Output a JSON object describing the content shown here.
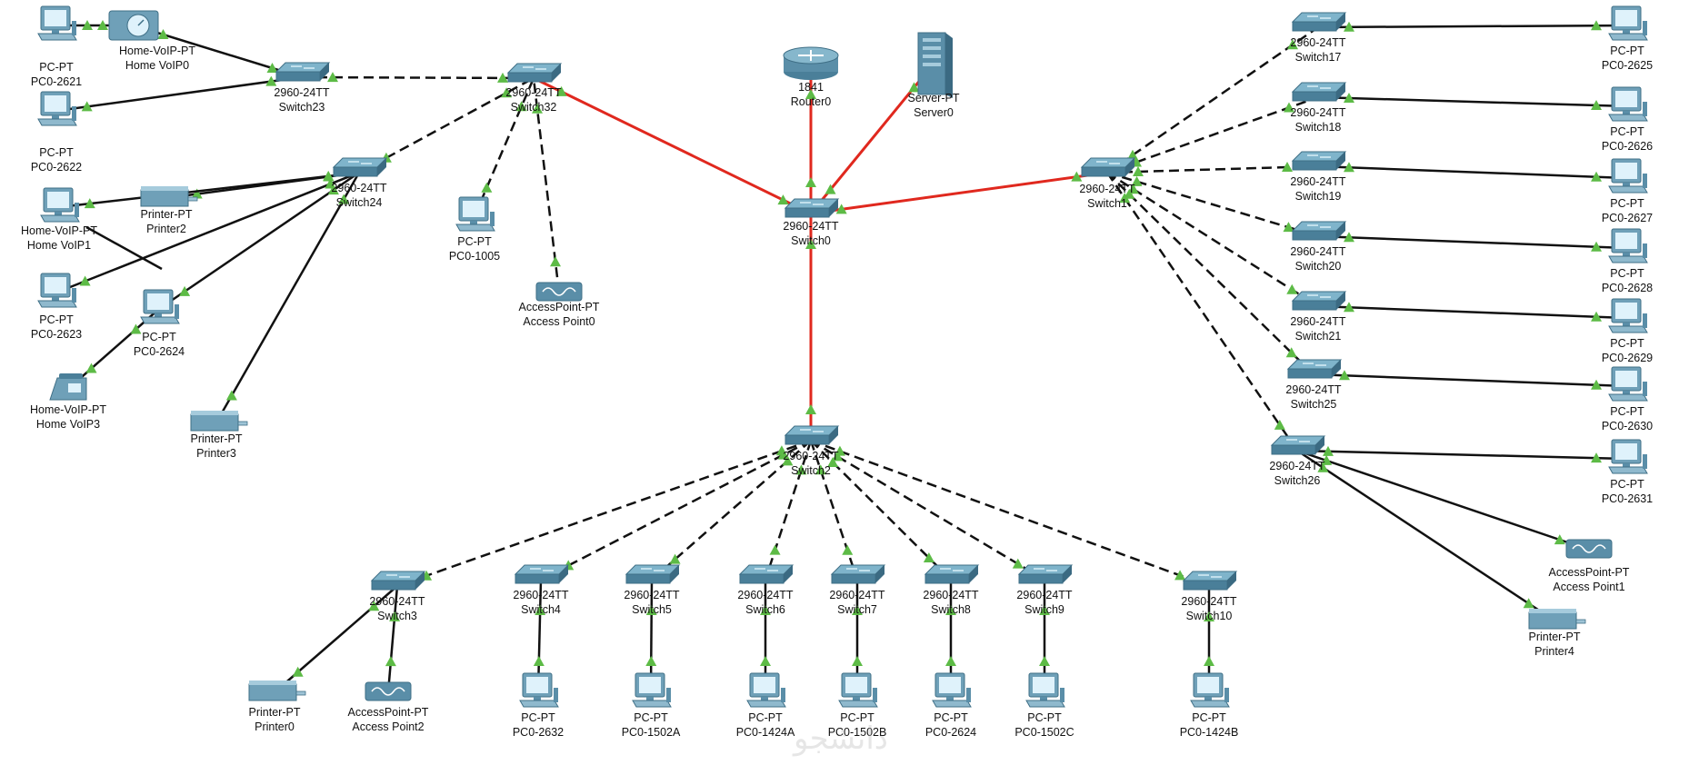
{
  "colors": {
    "background": "#ffffff",
    "link_trunk": "#e0281e",
    "link_straight": "#111111",
    "link_cross": "#111111",
    "port_up": "#5dbb46",
    "device_body": "#5a8ea8"
  },
  "watermark": {
    "text": "دانشجو",
    "icon": "watermark-logo"
  },
  "devices": [
    {
      "id": "pc2621",
      "kind": "pc",
      "model": "PC-PT",
      "name": "PC0-2621"
    },
    {
      "id": "voip0",
      "kind": "voip",
      "model": "Home-VoIP-PT",
      "name": "Home VoIP0"
    },
    {
      "id": "pc2622",
      "kind": "pc",
      "model": "PC-PT",
      "name": "PC0-2622"
    },
    {
      "id": "sw23",
      "kind": "switch",
      "model": "2960-24TT",
      "name": "Switch23"
    },
    {
      "id": "sw32",
      "kind": "switch",
      "model": "2960-24TT",
      "name": "Switch32"
    },
    {
      "id": "sw24",
      "kind": "switch",
      "model": "2960-24TT",
      "name": "Switch24"
    },
    {
      "id": "printer2",
      "kind": "printer",
      "model": "Printer-PT",
      "name": "Printer2"
    },
    {
      "id": "voip1",
      "kind": "pc",
      "model": "Home-VoIP-PT",
      "name": "Home VoIP1"
    },
    {
      "id": "pc2623",
      "kind": "pc",
      "model": "PC-PT",
      "name": "PC0-2623"
    },
    {
      "id": "pc2624a",
      "kind": "pc",
      "model": "PC-PT",
      "name": "PC0-2624"
    },
    {
      "id": "voip3",
      "kind": "phone",
      "model": "Home-VoIP-PT",
      "name": "Home VoIP3"
    },
    {
      "id": "printer3",
      "kind": "printer",
      "model": "Printer-PT",
      "name": "Printer3"
    },
    {
      "id": "pc1005",
      "kind": "pc",
      "model": "PC-PT",
      "name": "PC0-1005"
    },
    {
      "id": "ap0",
      "kind": "ap",
      "model": "AccessPoint-PT",
      "name": "Access Point0"
    },
    {
      "id": "router0",
      "kind": "router",
      "model": "1841",
      "name": "Router0"
    },
    {
      "id": "server0",
      "kind": "server",
      "model": "Server-PT",
      "name": "Server0"
    },
    {
      "id": "sw0",
      "kind": "switch",
      "model": "2960-24TT",
      "name": "Switch0"
    },
    {
      "id": "sw1",
      "kind": "switch",
      "model": "2960-24TT",
      "name": "Switch1"
    },
    {
      "id": "sw17",
      "kind": "switch",
      "model": "2960-24TT",
      "name": "Switch17"
    },
    {
      "id": "sw18",
      "kind": "switch",
      "model": "2960-24TT",
      "name": "Switch18"
    },
    {
      "id": "sw19",
      "kind": "switch",
      "model": "2960-24TT",
      "name": "Switch19"
    },
    {
      "id": "sw20",
      "kind": "switch",
      "model": "2960-24TT",
      "name": "Switch20"
    },
    {
      "id": "sw21",
      "kind": "switch",
      "model": "2960-24TT",
      "name": "Switch21"
    },
    {
      "id": "sw25",
      "kind": "switch",
      "model": "2960-24TT",
      "name": "Switch25"
    },
    {
      "id": "sw26",
      "kind": "switch",
      "model": "2960-24TT",
      "name": "Switch26"
    },
    {
      "id": "pc2625",
      "kind": "pc",
      "model": "PC-PT",
      "name": "PC0-2625"
    },
    {
      "id": "pc2626",
      "kind": "pc",
      "model": "PC-PT",
      "name": "PC0-2626"
    },
    {
      "id": "pc2627",
      "kind": "pc",
      "model": "PC-PT",
      "name": "PC0-2627"
    },
    {
      "id": "pc2628",
      "kind": "pc",
      "model": "PC-PT",
      "name": "PC0-2628"
    },
    {
      "id": "pc2629",
      "kind": "pc",
      "model": "PC-PT",
      "name": "PC0-2629"
    },
    {
      "id": "pc2630",
      "kind": "pc",
      "model": "PC-PT",
      "name": "PC0-2630"
    },
    {
      "id": "pc2631",
      "kind": "pc",
      "model": "PC-PT",
      "name": "PC0-2631"
    },
    {
      "id": "ap1",
      "kind": "ap",
      "model": "AccessPoint-PT",
      "name": "Access Point1"
    },
    {
      "id": "printer4",
      "kind": "printer",
      "model": "Printer-PT",
      "name": "Printer4"
    },
    {
      "id": "sw2",
      "kind": "switch",
      "model": "2960-24TT",
      "name": "Switch2"
    },
    {
      "id": "sw3",
      "kind": "switch",
      "model": "2960-24TT",
      "name": "Switch3"
    },
    {
      "id": "sw4",
      "kind": "switch",
      "model": "2960-24TT",
      "name": "Switch4"
    },
    {
      "id": "sw5",
      "kind": "switch",
      "model": "2960-24TT",
      "name": "Switch5"
    },
    {
      "id": "sw6",
      "kind": "switch",
      "model": "2960-24TT",
      "name": "Switch6"
    },
    {
      "id": "sw7",
      "kind": "switch",
      "model": "2960-24TT",
      "name": "Switch7"
    },
    {
      "id": "sw8",
      "kind": "switch",
      "model": "2960-24TT",
      "name": "Switch8"
    },
    {
      "id": "sw9",
      "kind": "switch",
      "model": "2960-24TT",
      "name": "Switch9"
    },
    {
      "id": "sw10",
      "kind": "switch",
      "model": "2960-24TT",
      "name": "Switch10"
    },
    {
      "id": "printer0",
      "kind": "printer",
      "model": "Printer-PT",
      "name": "Printer0"
    },
    {
      "id": "ap2",
      "kind": "ap",
      "model": "AccessPoint-PT",
      "name": "Access Point2"
    },
    {
      "id": "pc2632",
      "kind": "pc",
      "model": "PC-PT",
      "name": "PC0-2632"
    },
    {
      "id": "pc1502a",
      "kind": "pc",
      "model": "PC-PT",
      "name": "PC0-1502A"
    },
    {
      "id": "pc1424a",
      "kind": "pc",
      "model": "PC-PT",
      "name": "PC0-1424A"
    },
    {
      "id": "pc1502b",
      "kind": "pc",
      "model": "PC-PT",
      "name": "PC0-1502B"
    },
    {
      "id": "pc2624b",
      "kind": "pc",
      "model": "PC-PT",
      "name": "PC0-2624"
    },
    {
      "id": "pc1502c",
      "kind": "pc",
      "model": "PC-PT",
      "name": "PC0-1502C"
    },
    {
      "id": "pc1424b",
      "kind": "pc",
      "model": "PC-PT",
      "name": "PC0-1424B"
    }
  ],
  "links": [
    {
      "from": "pc2621",
      "to": "voip0",
      "style": "straight"
    },
    {
      "from": "voip0",
      "to": "sw23",
      "style": "straight"
    },
    {
      "from": "pc2622",
      "to": "sw23",
      "style": "straight"
    },
    {
      "from": "sw23",
      "to": "sw32",
      "style": "cross"
    },
    {
      "from": "sw24",
      "to": "sw32",
      "style": "cross"
    },
    {
      "from": "pc1005",
      "to": "sw32",
      "style": "cross"
    },
    {
      "from": "ap0",
      "to": "sw32",
      "style": "cross"
    },
    {
      "from": "sw32",
      "to": "sw0",
      "style": "trunk"
    },
    {
      "from": "printer2",
      "to": "sw24",
      "style": "straight"
    },
    {
      "from": "voip1",
      "to": "sw24",
      "style": "straight"
    },
    {
      "from": "pc2623",
      "to": "sw24",
      "style": "straight"
    },
    {
      "from": "pc2624a",
      "to": "sw24",
      "style": "straight"
    },
    {
      "from": "printer3",
      "to": "sw24",
      "style": "straight"
    },
    {
      "from": "voip3",
      "to": "pc2624a",
      "style": "straight"
    },
    {
      "from": "router0",
      "to": "sw0",
      "style": "trunk"
    },
    {
      "from": "server0",
      "to": "sw0",
      "style": "trunk"
    },
    {
      "from": "sw0",
      "to": "sw1",
      "style": "trunk"
    },
    {
      "from": "sw0",
      "to": "sw2",
      "style": "trunk"
    },
    {
      "from": "sw1",
      "to": "sw17",
      "style": "cross"
    },
    {
      "from": "sw1",
      "to": "sw18",
      "style": "cross"
    },
    {
      "from": "sw1",
      "to": "sw19",
      "style": "cross"
    },
    {
      "from": "sw1",
      "to": "sw20",
      "style": "cross"
    },
    {
      "from": "sw1",
      "to": "sw21",
      "style": "cross"
    },
    {
      "from": "sw1",
      "to": "sw25",
      "style": "cross"
    },
    {
      "from": "sw1",
      "to": "sw26",
      "style": "cross"
    },
    {
      "from": "sw17",
      "to": "pc2625",
      "style": "straight"
    },
    {
      "from": "sw18",
      "to": "pc2626",
      "style": "straight"
    },
    {
      "from": "sw19",
      "to": "pc2627",
      "style": "straight"
    },
    {
      "from": "sw20",
      "to": "pc2628",
      "style": "straight"
    },
    {
      "from": "sw21",
      "to": "pc2629",
      "style": "straight"
    },
    {
      "from": "sw25",
      "to": "pc2630",
      "style": "straight"
    },
    {
      "from": "sw26",
      "to": "pc2631",
      "style": "straight"
    },
    {
      "from": "sw26",
      "to": "ap1",
      "style": "straight"
    },
    {
      "from": "sw26",
      "to": "printer4",
      "style": "straight"
    },
    {
      "from": "sw2",
      "to": "sw3",
      "style": "cross"
    },
    {
      "from": "sw2",
      "to": "sw4",
      "style": "cross"
    },
    {
      "from": "sw2",
      "to": "sw5",
      "style": "cross"
    },
    {
      "from": "sw2",
      "to": "sw6",
      "style": "cross"
    },
    {
      "from": "sw2",
      "to": "sw7",
      "style": "cross"
    },
    {
      "from": "sw2",
      "to": "sw8",
      "style": "cross"
    },
    {
      "from": "sw2",
      "to": "sw9",
      "style": "cross"
    },
    {
      "from": "sw2",
      "to": "sw10",
      "style": "cross"
    },
    {
      "from": "sw3",
      "to": "printer0",
      "style": "straight"
    },
    {
      "from": "sw3",
      "to": "ap2",
      "style": "straight"
    },
    {
      "from": "sw4",
      "to": "pc2632",
      "style": "straight"
    },
    {
      "from": "sw5",
      "to": "pc1502a",
      "style": "straight"
    },
    {
      "from": "sw6",
      "to": "pc1424a",
      "style": "straight"
    },
    {
      "from": "sw7",
      "to": "pc1502b",
      "style": "straight"
    },
    {
      "from": "sw8",
      "to": "pc2624b",
      "style": "straight"
    },
    {
      "from": "sw9",
      "to": "pc1502c",
      "style": "straight"
    },
    {
      "from": "sw10",
      "to": "pc1424b",
      "style": "straight"
    }
  ]
}
